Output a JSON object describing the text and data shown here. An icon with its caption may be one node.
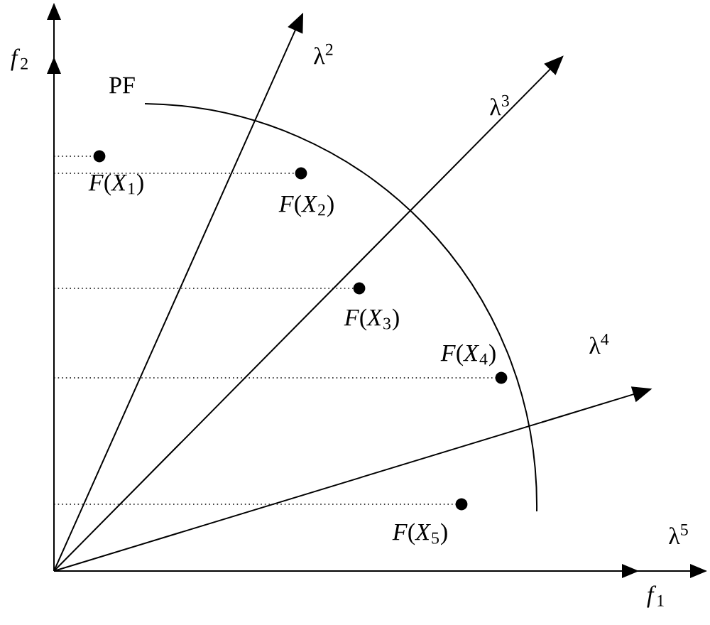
{
  "diagram": {
    "labels": [
      "*f*$_{2}$",
      "PF",
      "λ$^{2}$",
      "λ$^{3}$",
      "*F*(*X*$_{1}$)",
      "*F*(*X*$_{2}$)",
      "*F*(*X*$_{3}$)",
      "*F*(*X*$_{4}$)",
      "λ$^{4}$",
      "*F*(*X*$_{5}$)",
      "λ$^{5}$",
      "*f*$_{1}$"
    ]
  }
}
